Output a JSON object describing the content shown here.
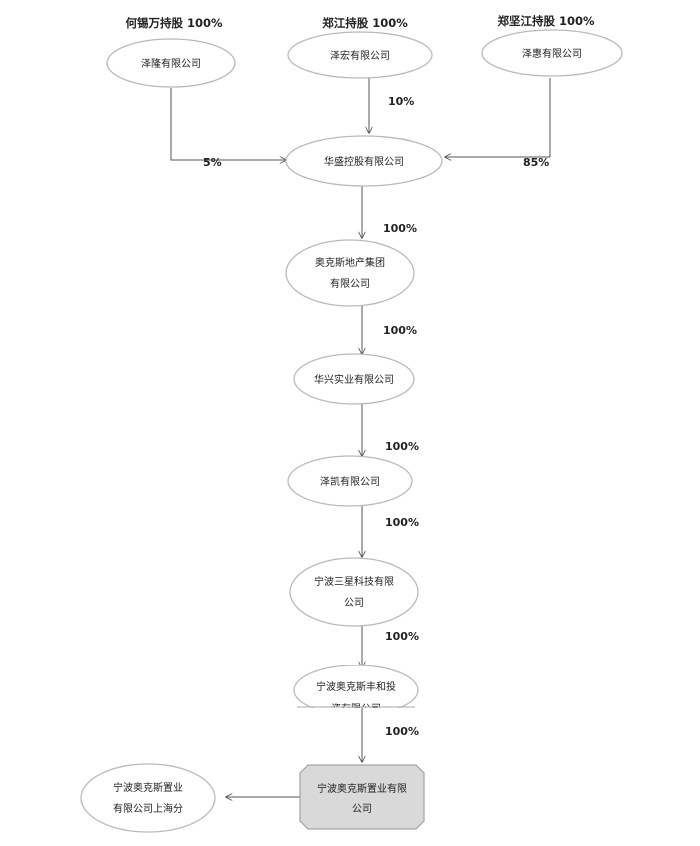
{
  "owners": {
    "he": "何锡万持股 100%",
    "zhengjiang": "郑江持股 100%",
    "zhengjianjiang": "郑坚江持股 100%"
  },
  "nodes": {
    "zelong": "泽隆有限公司",
    "zehong": "泽宏有限公司",
    "zehui": "泽惠有限公司",
    "huasheng": "华盛控股有限公司",
    "aokesi_1": "奥克斯地产集团",
    "aokesi_2": "有限公司",
    "huaxing": "华兴实业有限公司",
    "zekai": "泽凯有限公司",
    "sanxing_1": "宁波三星科技有限",
    "sanxing_2": "公司",
    "fenghe_1": "宁波奥克斯丰和投",
    "fenghe_2": "资有限公司",
    "zhiye_1": "宁波奥克斯置业有限",
    "zhiye_2": "公司",
    "shanghai_1": "宁波奥克斯置业",
    "shanghai_2": "有限公司上海分"
  },
  "percentages": {
    "zehong_huasheng": "10%",
    "zelong_huasheng": "5%",
    "zehui_huasheng": "85%",
    "huasheng_aokesi": "100%",
    "aokesi_huaxing": "100%",
    "huaxing_zekai": "100%",
    "zekai_sanxing": "100%",
    "sanxing_fenghe": "100%",
    "fenghe_zhiye": "100%"
  }
}
